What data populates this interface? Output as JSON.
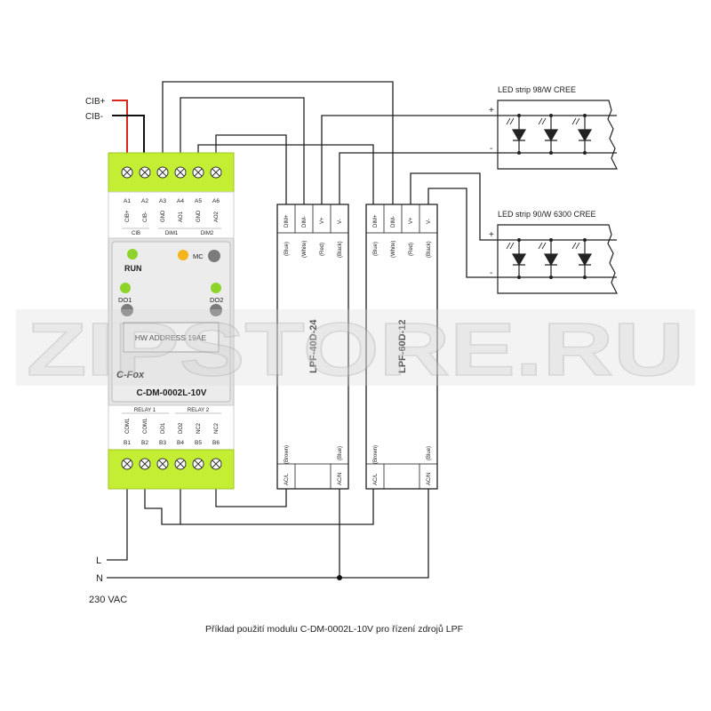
{
  "bus": {
    "cib_plus": "CIB+",
    "cib_minus": "CIB-"
  },
  "module": {
    "top_pins": [
      "A1",
      "A2",
      "A3",
      "A4",
      "A5",
      "A6"
    ],
    "top_signals": [
      "CIB+",
      "CIB-",
      "GND",
      "AO1",
      "GND",
      "AO2"
    ],
    "group_cib": "CIB",
    "group_dim1": "DIM1",
    "group_dim2": "DIM2",
    "led_run": "RUN",
    "led_mc": "MC",
    "led_do1": "DO1",
    "led_do2": "DO2",
    "hw_address": "HW ADDRESS 19AE",
    "logo": "C-Fox",
    "model": "C-DM-0002L-10V",
    "relay1": "RELAY 1",
    "relay2": "RELAY 2",
    "bottom_signals": [
      "COM1",
      "COM1",
      "DO1",
      "DO2",
      "NC2",
      "NC2"
    ],
    "bottom_pins": [
      "B1",
      "B2",
      "B3",
      "B4",
      "B5",
      "B6"
    ],
    "colors": {
      "terminal_green": "#c3ee33",
      "body_grey": "#e4e4e4",
      "led_green": "#8ed22c",
      "led_yellow": "#f4b41a",
      "led_grey": "#7b7b7b"
    }
  },
  "psu1": {
    "name": "LPF-40D-24",
    "inputs": [
      "DIM+",
      "DIM-",
      "V+",
      "V-"
    ],
    "wire_colors": [
      "(Blue)",
      "(White)",
      "(Red)",
      "(Black)"
    ],
    "ac_wire_colors": [
      "(Brown)",
      "(Blue)"
    ],
    "ac_terminals": [
      "AC/L",
      "AC/N"
    ]
  },
  "psu2": {
    "name": "LPF-60D-12",
    "inputs": [
      "DIM+",
      "DIM-",
      "V+",
      "V-"
    ],
    "wire_colors": [
      "(Blue)",
      "(White)",
      "(Red)",
      "(Black)"
    ],
    "ac_wire_colors": [
      "(Brown)",
      "(Blue)"
    ],
    "ac_terminals": [
      "AC/L",
      "AC/N"
    ]
  },
  "strip1": {
    "title": "LED strip 98/W CREE",
    "plus": "+",
    "minus": "-"
  },
  "strip2": {
    "title": "LED strip 90/W 6300 CREE",
    "plus": "+",
    "minus": "-"
  },
  "mains": {
    "line": "L",
    "neutral": "N",
    "voltage": "230 VAC"
  },
  "watermark": "ZIPSTORE.RU",
  "caption": "Příklad použití modulu C-DM-0002L-10V pro řízení zdrojů LPF"
}
